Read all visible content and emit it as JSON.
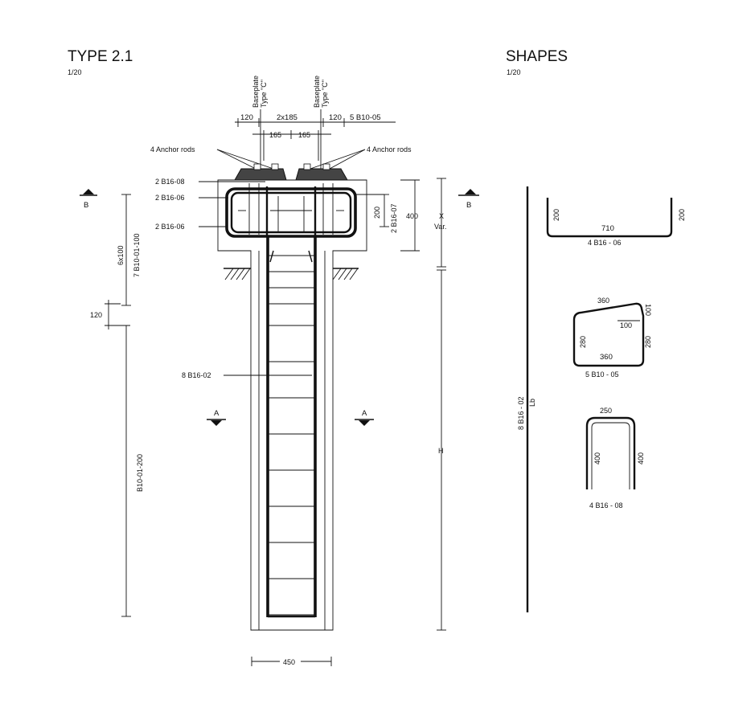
{
  "left": {
    "title": "TYPE 2.1",
    "scale": "1/20",
    "baseplate_left": "Baseplate",
    "baseplate_left_type": "Type \"C\"",
    "baseplate_right": "Baseplate",
    "baseplate_right_type": "Type \"C\"",
    "dim_120_left": "120",
    "dim_2x185": "2x185",
    "dim_120_right": "120",
    "label_5b1005": "5 B10-05",
    "dim_165_left": "165",
    "dim_165_right": "165",
    "anchor_left": "4 Anchor rods",
    "anchor_right": "4 Anchor rods",
    "label_2b1608": "2 B16-08",
    "label_2b1606_top": "2 B16-06",
    "label_2b1606_bot": "2 B16-06",
    "section_b_left": "B",
    "section_b_right": "B",
    "dim_200": "200",
    "label_2b1607": "2 B16-07",
    "dim_400": "400",
    "x_label": "X",
    "var_label": "Var.",
    "stirrups_top_count": "6x100",
    "stirrups_top_label": "7 B10-01-100",
    "dim_120_vert": "120",
    "label_8b1602": "8 B16-02",
    "section_a_left": "A",
    "section_a_right": "A",
    "stirrups_main": "B10-01-200",
    "h_label": "H",
    "dim_450": "450"
  },
  "right": {
    "title": "SHAPES",
    "scale": "1/20",
    "long_bar_label": "8 B16 - 02",
    "long_bar_len": "Lb",
    "u_left": "200",
    "u_top": "710",
    "u_right": "200",
    "u_label": "4 B16 - 06",
    "st_top": "360",
    "st_corner": "100",
    "st_inner": "100",
    "st_left": "280",
    "st_right": "280",
    "st_bottom": "360",
    "st_label": "5 B10 - 05",
    "hook_top": "250",
    "hook_left": "400",
    "hook_right": "400",
    "hook_label": "4 B16 - 08"
  }
}
